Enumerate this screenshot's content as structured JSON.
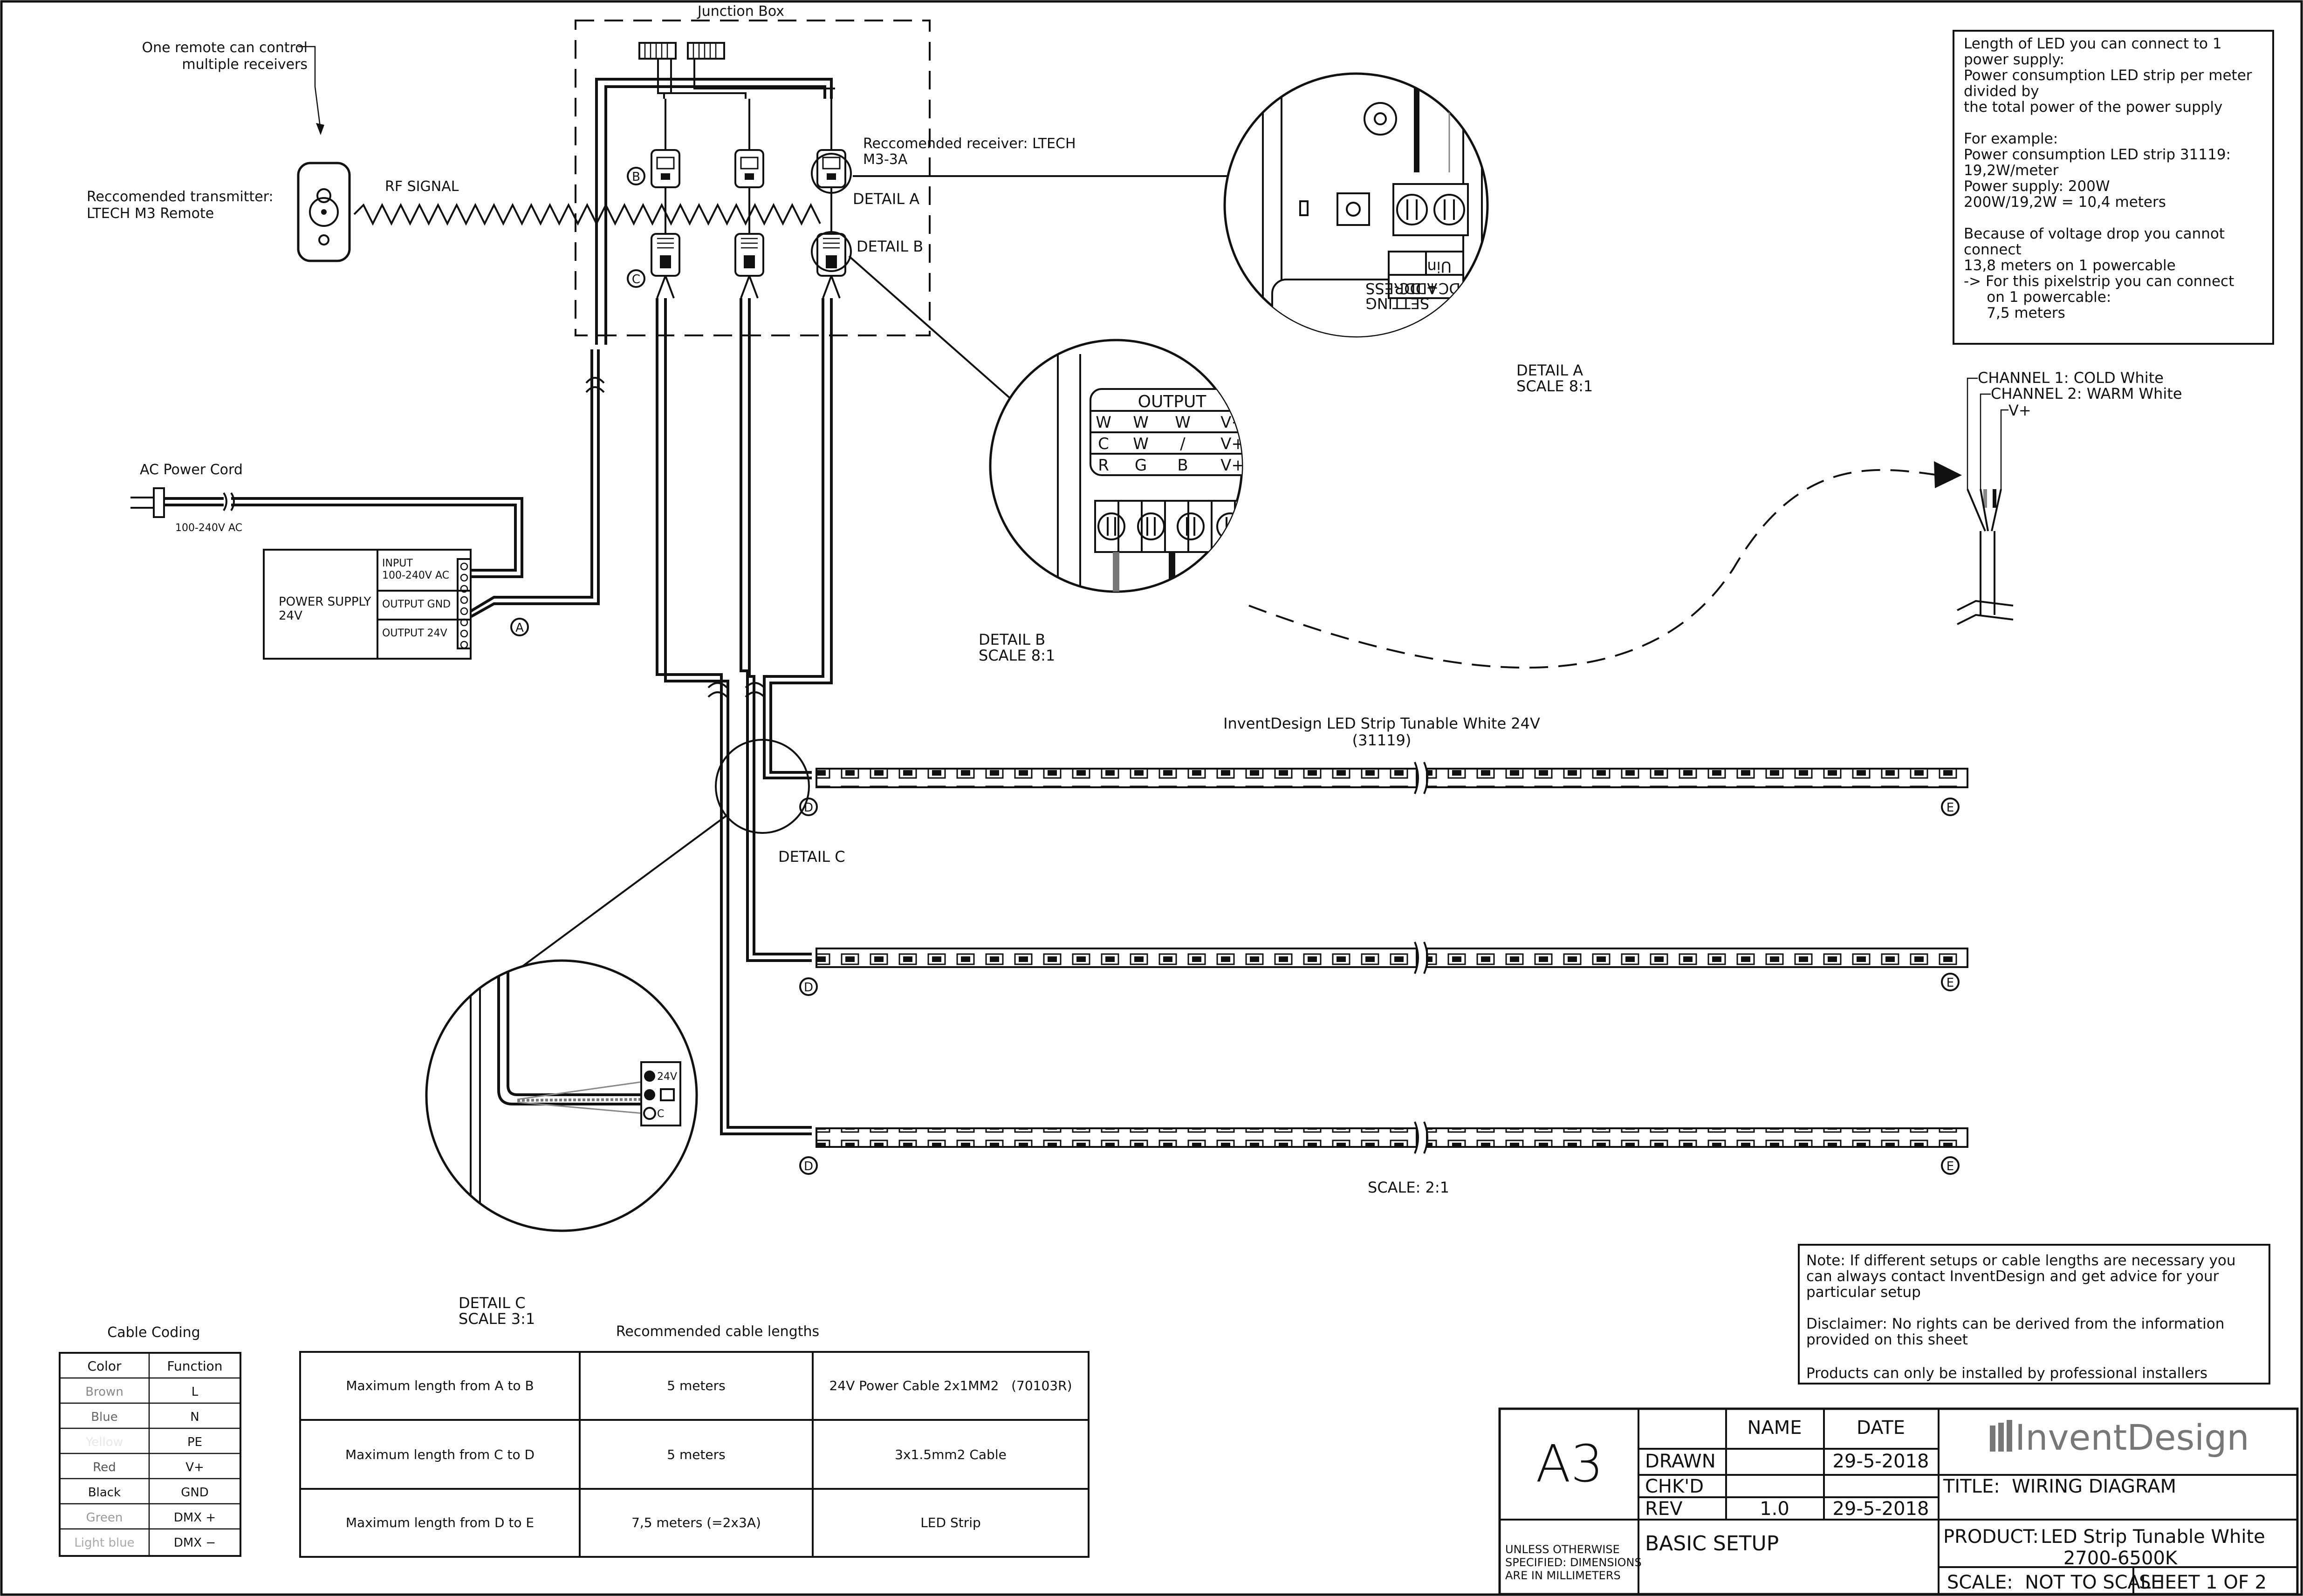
{
  "junction_box": {
    "title": "Junction Box"
  },
  "remote": {
    "note_line1": "One remote can control",
    "note_line2": "multiple receivers",
    "transmitter_line1": "Reccomended transmitter:",
    "transmitter_line2": "LTECH M3 Remote",
    "rf_signal": "RF SIGNAL"
  },
  "receiver": {
    "line1": "Reccomended receiver: LTECH",
    "line2": "M3-3A"
  },
  "markers": {
    "a": "A",
    "b": "B",
    "c": "C",
    "d": "D",
    "e": "E"
  },
  "detail_a": {
    "callout": "DETAIL A",
    "title": "DETAIL A",
    "scale": "SCALE 8:1",
    "label_uin": "Uin",
    "label_dc": "DC+ DC-",
    "label_address": "ADDRESS",
    "label_setting": "SETTING"
  },
  "detail_b": {
    "callout": "DETAIL B",
    "title": "DETAIL B",
    "scale": "SCALE 8:1",
    "output_header": "OUTPUT",
    "output_rows": [
      [
        "W",
        "W",
        "W",
        "V+"
      ],
      [
        "C",
        "W",
        "/",
        "V+"
      ],
      [
        "R",
        "G",
        "B",
        "V+"
      ]
    ]
  },
  "detail_c": {
    "callout": "DETAIL C",
    "title": "DETAIL C",
    "scale": "SCALE 3:1",
    "pin_24v": "24V",
    "pin_c": "C"
  },
  "power": {
    "cord_label": "AC Power Cord",
    "voltage": "100-240V AC",
    "supply_line1": "POWER SUPPLY",
    "supply_line2": "24V",
    "input_line1": "INPUT",
    "input_line2": "100-240V AC",
    "output_gnd": "OUTPUT GND",
    "output_24v": "OUTPUT 24V"
  },
  "info_box": {
    "lines": [
      "Length of LED you can connect to 1",
      "power supply:",
      "Power consumption LED strip per meter",
      "divided by",
      "the total power of the power supply",
      "",
      "For example:",
      "Power consumption LED strip 31119:",
      "19,2W/meter",
      "Power supply:  200W",
      "200W/19,2W = 10,4 meters",
      "",
      "Because of voltage drop you cannot",
      "connect",
      "13,8 meters on 1 powercable",
      "-> For this pixelstrip you can connect",
      "     on 1 powercable:",
      "     7,5 meters"
    ]
  },
  "channels": {
    "ch1": "CHANNEL 1:  COLD White",
    "ch2": "CHANNEL 2:  WARM White",
    "vplus": "V+"
  },
  "strip": {
    "title": "InventDesign LED Strip Tunable White 24V",
    "code": "(31119)",
    "scale": "SCALE:  2:1"
  },
  "note_box": {
    "lines": [
      "Note:  If different setups or cable lengths are necessary you",
      "can always contact InventDesign and get advice for your",
      "particular setup",
      "",
      "Disclaimer:  No rights can be derived from the information",
      "provided on this sheet",
      "",
      "Products can only be installed by professional installers"
    ]
  },
  "cable_coding": {
    "title": "Cable Coding",
    "headers": [
      "Color",
      "Function"
    ],
    "rows": [
      [
        "Brown",
        "L"
      ],
      [
        "Blue",
        "N"
      ],
      [
        "Yellow",
        "PE"
      ],
      [
        "Red",
        "V+"
      ],
      [
        "Black",
        "GND"
      ],
      [
        "Green",
        "DMX +"
      ],
      [
        "Light blue",
        "DMX −"
      ]
    ],
    "text_colors": [
      "#888888",
      "#666666",
      "#e8e8e8",
      "#555555",
      "#111111",
      "#999999",
      "#aaaaaa"
    ]
  },
  "cable_lengths": {
    "title": "Recommended cable lengths",
    "rows": [
      [
        "Maximum length from A to B",
        "5 meters",
        "24V Power Cable 2x1MM2   (70103R)"
      ],
      [
        "Maximum length from C to D",
        "5 meters",
        "3x1.5mm2 Cable"
      ],
      [
        "Maximum length from D to E",
        "7,5 meters (=2x3A)",
        "LED Strip"
      ]
    ]
  },
  "title_block": {
    "size": "A3",
    "col_name": "NAME",
    "col_date": "DATE",
    "drawn_label": "DRAWN",
    "drawn_date": "29-5-2018",
    "chkd_label": "CHK'D",
    "rev_label": "REV",
    "rev_value": "1.0",
    "rev_date": "29-5-2018",
    "brand": "InventDesign",
    "title": "TITLE:  WIRING DIAGRAM",
    "product_label": "PRODUCT:",
    "product_line1": "LED Strip Tunable White",
    "product_line2": "2700-6500K",
    "units_line1": "UNLESS OTHERWISE",
    "units_line2": "SPECIFIED: DIMENSIONS",
    "units_line3": "ARE IN MILLIMETERS",
    "setup": "BASIC SETUP",
    "scale": "SCALE:  NOT TO SCALE",
    "sheet": "SHEET 1 OF 2"
  }
}
